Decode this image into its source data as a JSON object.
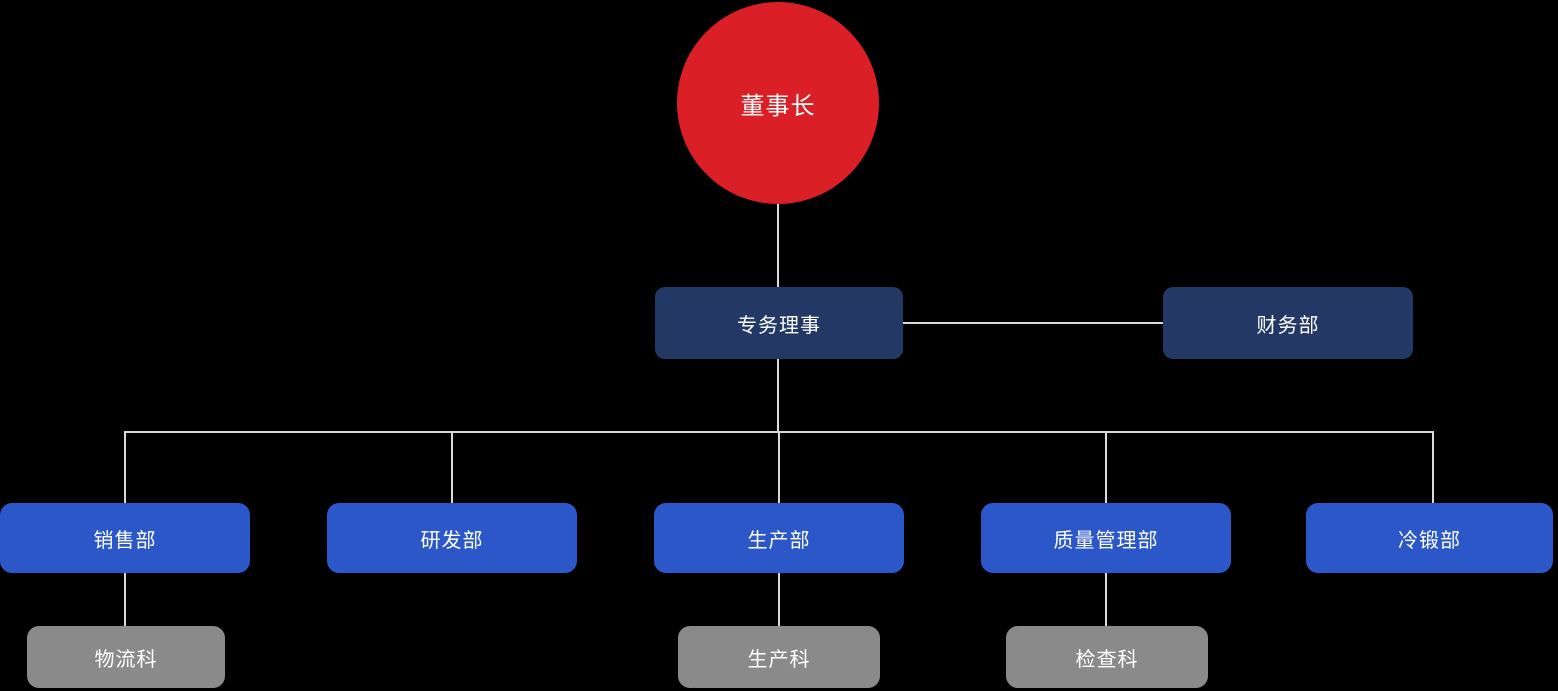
{
  "colors": {
    "background": "#000000",
    "line": "#D9D9D9",
    "root_red": "#DA1F26",
    "navy": "#233865",
    "blue": "#2B57C8",
    "gray": "#8A8A8A",
    "text": "#FFFFFF"
  },
  "org_chart": {
    "type": "org-chart",
    "root": {
      "label": "董事长"
    },
    "level2": [
      {
        "label": "专务理事"
      },
      {
        "label": "财务部"
      }
    ],
    "level3": [
      {
        "label": "销售部"
      },
      {
        "label": "研发部"
      },
      {
        "label": "生产部"
      },
      {
        "label": "质量管理部"
      },
      {
        "label": "冷锻部"
      }
    ],
    "level4": [
      {
        "label": "物流科"
      },
      {
        "label": "生产科"
      },
      {
        "label": "检查科"
      }
    ],
    "edges": [
      {
        "from": "董事长",
        "to": "专务理事"
      },
      {
        "from": "专务理事",
        "to": "财务部"
      },
      {
        "from": "专务理事",
        "to": "销售部"
      },
      {
        "from": "专务理事",
        "to": "研发部"
      },
      {
        "from": "专务理事",
        "to": "生产部"
      },
      {
        "from": "专务理事",
        "to": "质量管理部"
      },
      {
        "from": "专务理事",
        "to": "冷锻部"
      },
      {
        "from": "销售部",
        "to": "物流科"
      },
      {
        "from": "生产部",
        "to": "生产科"
      },
      {
        "from": "质量管理部",
        "to": "检查科"
      }
    ]
  }
}
